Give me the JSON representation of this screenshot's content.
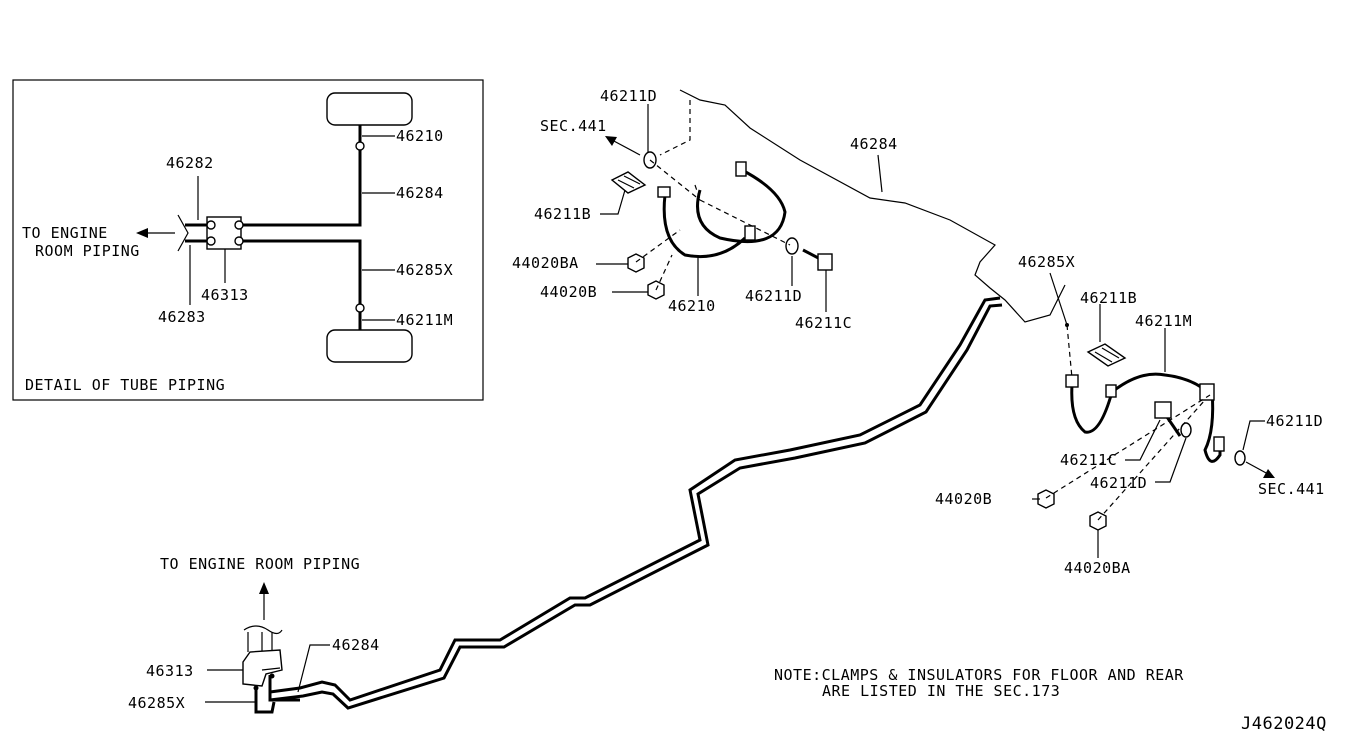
{
  "detail": {
    "caption": "DETAIL OF TUBE PIPING",
    "to_engine": [
      "TO ENGINE",
      "ROOM PIPING"
    ],
    "labels": {
      "p46210": "46210",
      "p46284": "46284",
      "p46285x": "46285X",
      "p46211m": "46211M",
      "p46282": "46282",
      "p46283": "46283",
      "p46313": "46313"
    }
  },
  "main": {
    "front_left": {
      "p46211d_top": "46211D",
      "sec441": "SEC.441",
      "p46211b": "46211B",
      "p44020ba": "44020BA",
      "p44020b": "44020B",
      "p46210": "46210",
      "p46211d_low": "46211D",
      "p46211c": "46211C"
    },
    "line": {
      "p46284_top": "46284",
      "p46285x": "46285X"
    },
    "rear_right": {
      "p46211b": "46211B",
      "p46211m": "46211M",
      "p46211d_right": "46211D",
      "sec441": "SEC.441",
      "p46211c": "46211C",
      "p46211d_low": "46211D",
      "p44020b": "44020B",
      "p44020ba": "44020BA"
    },
    "bottom_left": {
      "to_engine": "TO ENGINE ROOM PIPING",
      "p46313": "46313",
      "p46285x": "46285X",
      "p46284": "46284"
    }
  },
  "note": {
    "line1": "NOTE:CLAMPS & INSULATORS FOR FLOOR AND REAR",
    "line2": "ARE LISTED IN THE SEC.173"
  },
  "diagram_id": "J462024Q"
}
